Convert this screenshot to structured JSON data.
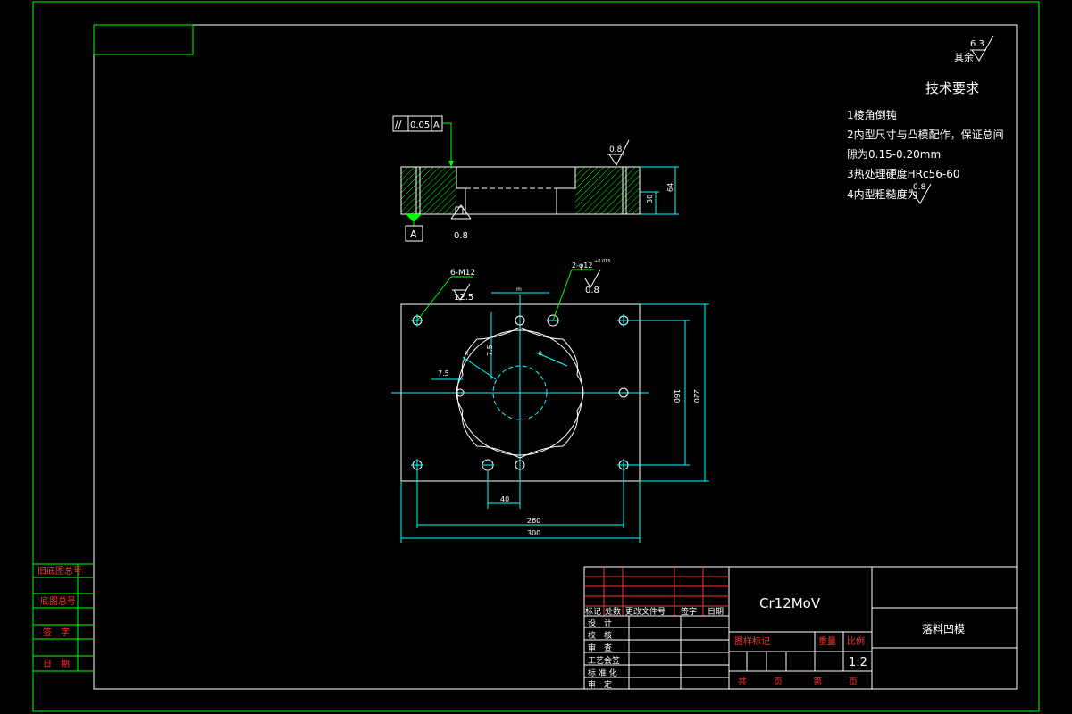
{
  "colors": {
    "background": "#000000",
    "border": "#00ff00",
    "outline": "#ffffff",
    "dimension": "#00ffff",
    "section_hatch": "#00ff00",
    "title_text": "#ffffff",
    "title_label_text": "#ff3333"
  },
  "surface_finish": {
    "value": "6.3",
    "label": "其余"
  },
  "technical_requirements": {
    "title": "技术要求",
    "items": [
      "1棱角倒钝",
      "2内型尺寸与凸模配作，保证总间",
      "隙为0.15-0.20mm",
      "3热处理硬度HRc56-60",
      "4内型粗糙度为"
    ],
    "roughness_value": "0.8"
  },
  "section_view": {
    "tolerance_symbol": "//",
    "tolerance_value": "0.05",
    "datum_ref": "A",
    "datum_label": "A",
    "top_roughness": "0.8",
    "bottom_roughness": "0.8",
    "dim_height_total": "64",
    "dim_height_lower": "30"
  },
  "plan_view": {
    "thread_callout": "6-M12",
    "thread_roughness": "12.5",
    "pin_callout": "2-φ12",
    "pin_tolerance": "+0.015",
    "pin_roughness": "0.8",
    "dim_7_5_left": "7.5",
    "dim_7_5_top": "7.5",
    "dim_r_small": "R",
    "dim_r_large": "R",
    "dim_40": "40",
    "dim_260": "260",
    "dim_300": "300",
    "dim_160": "160",
    "dim_220": "220",
    "dim_top_small": "m"
  },
  "left_strip": {
    "rows": [
      "旧底图总号",
      "底图总号",
      "签　字",
      "日　期"
    ]
  },
  "title_block": {
    "material": "Cr12MoV",
    "drawing_name": "落料凹模",
    "change_headers": [
      "标记",
      "处数",
      "更改文件号",
      "签字",
      "日期"
    ],
    "roles": [
      "设　计",
      "校　核",
      "审　查",
      "工艺会签",
      "标 准 化",
      "审　定"
    ],
    "mark_header": "图样标记",
    "weight_header": "重量",
    "scale_header": "比例",
    "scale": "1:2",
    "sheets_total_label": "共　　　页",
    "sheet_label": "第　　　页"
  }
}
